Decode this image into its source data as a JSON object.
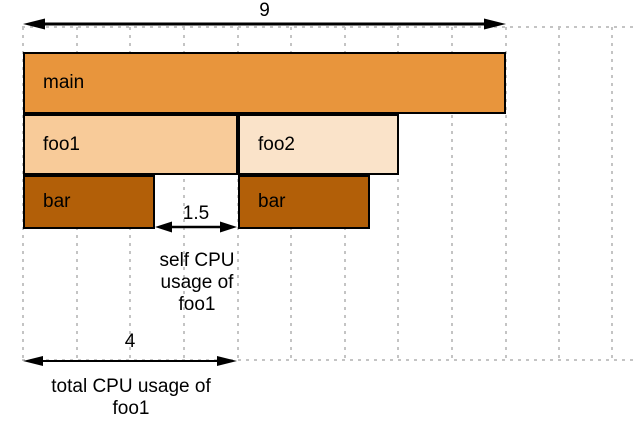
{
  "diagram": {
    "type": "flame-graph-cpu-usage-explainer",
    "frames": [
      {
        "label": "main",
        "depth": 0,
        "start": 0,
        "duration": 9
      },
      {
        "label": "foo1",
        "depth": 1,
        "start": 0,
        "duration": 4
      },
      {
        "label": "foo2",
        "depth": 1,
        "start": 4,
        "duration": 3
      },
      {
        "label": "bar",
        "depth": 2,
        "start": 0,
        "duration": 2.5
      },
      {
        "label": "bar",
        "depth": 2,
        "start": 4,
        "duration": 2.5
      }
    ],
    "annotations": {
      "main_total": {
        "value": "9"
      },
      "foo1_self": {
        "value": "1.5",
        "caption": "self CPU usage of foo1"
      },
      "foo1_total": {
        "value": "4",
        "caption": "total CPU usage of foo1"
      }
    },
    "colors": {
      "frame_main": "#e8953c",
      "frame_foo1": "#f8cb99",
      "frame_foo2": "#fae3c9",
      "frame_bar": "#b25f08",
      "frame_border": "#000000",
      "arrow": "#000000",
      "grid_dots": "#c4c4c4"
    },
    "grid_units_visible": 11
  }
}
